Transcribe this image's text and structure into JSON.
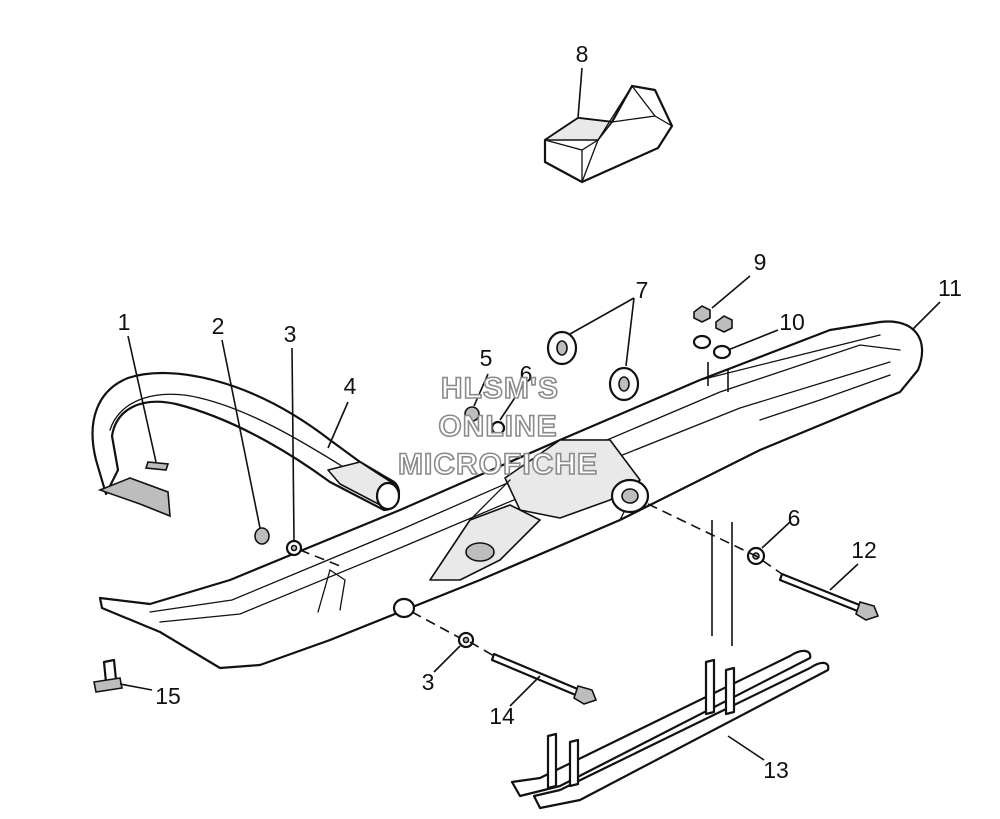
{
  "watermark": {
    "lines": [
      "HLSM'S",
      "ONLINE",
      "MICROFICHE"
    ]
  },
  "callouts": {
    "c1": "1",
    "c2": "2",
    "c3a": "3",
    "c3b": "3",
    "c4": "4",
    "c5": "5",
    "c6a": "6",
    "c6b": "6",
    "c7": "7",
    "c8": "8",
    "c9": "9",
    "c10": "10",
    "c11": "11",
    "c12": "12",
    "c13": "13",
    "c14": "14",
    "c15": "15"
  }
}
